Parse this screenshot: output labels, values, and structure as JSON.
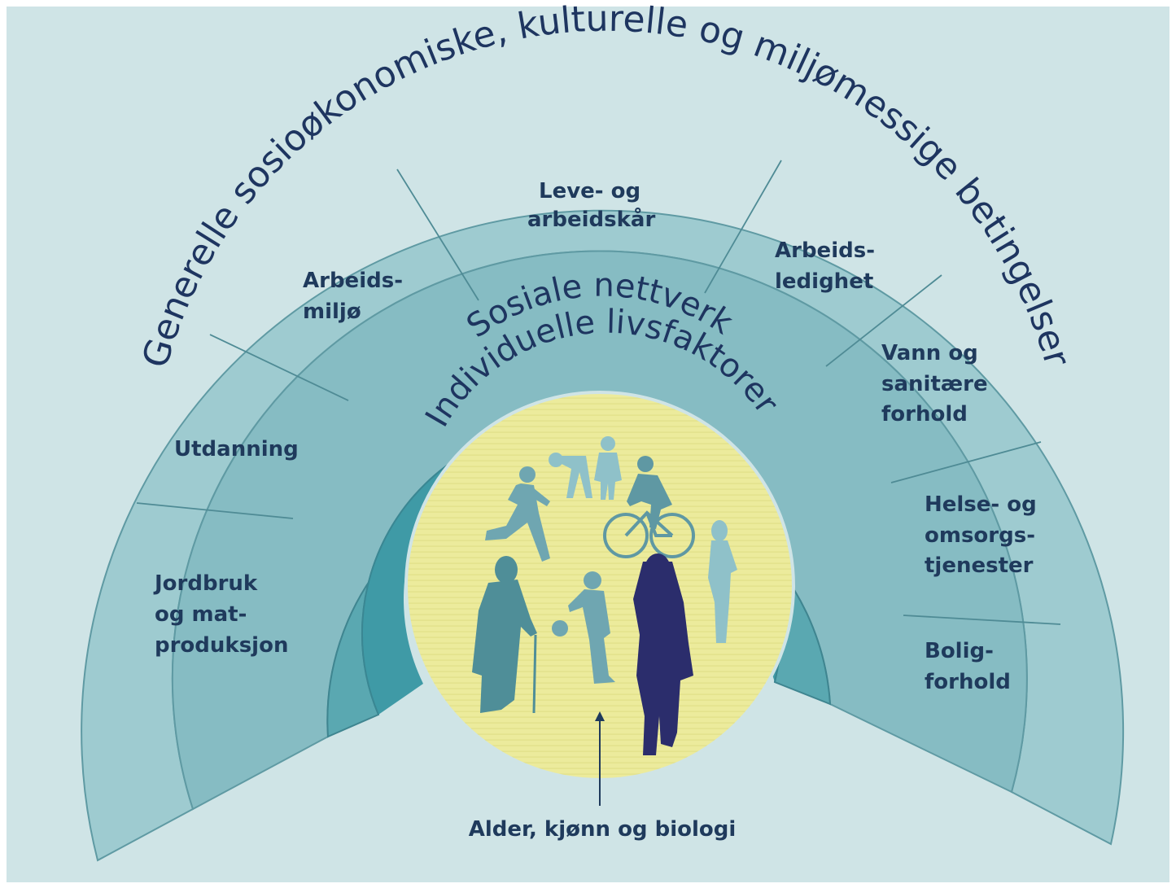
{
  "outer_ring_title": "Generelle sosioøkonomiske, kulturelle og miljømessige betingelser",
  "middle_ring_title": "Sosiale nettverk",
  "inner_ring_title": "Individuelle livsfaktorer",
  "core_caption": "Alder, kjønn og biologi",
  "segments": {
    "jordbruk": [
      "Jordbruk",
      "og mat-",
      "produksjon"
    ],
    "utdanning": [
      "Utdanning"
    ],
    "arbeidsmiljo": [
      "Arbeids-",
      "miljø"
    ],
    "leve": [
      "Leve- og",
      "arbeidskår"
    ],
    "arbeidsledighet": [
      "Arbeids-",
      "ledighet"
    ],
    "vann": [
      "Vann og",
      "sanitære",
      "forhold"
    ],
    "helse": [
      "Helse- og",
      "omsorgs-",
      "tjenester"
    ],
    "bolig": [
      "Bolig-",
      "forhold"
    ]
  },
  "colors": {
    "background": "#cfe4e6",
    "outer_ring": "#9ecbd0",
    "segment_ring": "#86bcc3",
    "social_ring": "#5aa8b1",
    "individual_ring": "#3f9aa6",
    "core": "#eceb9c",
    "text": "#1f3a5c",
    "silhouette_dark": "#2b2d6c",
    "silhouette_mid": "#4c8e99",
    "silhouette_light": "#79b3be"
  }
}
